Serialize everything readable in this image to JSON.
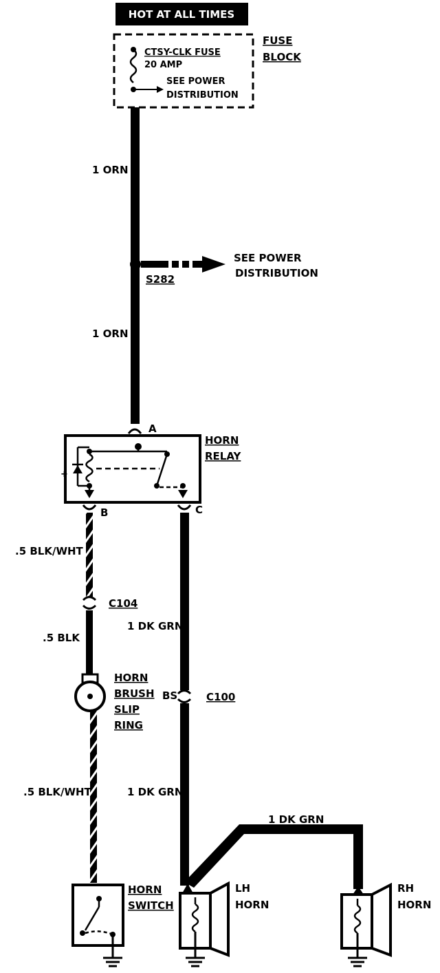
{
  "header": {
    "hot_label": "HOT AT ALL TIMES"
  },
  "fuse_block": {
    "fuse_name": "CTSY-CLK FUSE",
    "fuse_rating": "20 AMP",
    "see_power_1": "SEE POWER",
    "see_power_2": "DISTRIBUTION",
    "block_label_1": "FUSE",
    "block_label_2": "BLOCK"
  },
  "wires": {
    "orn_upper": "1 ORN",
    "orn_lower": "1 ORN",
    "blk_wht_upper": ".5 BLK/WHT",
    "blk": ".5 BLK",
    "blk_wht_lower": ".5 BLK/WHT",
    "dk_grn_upper": "1 DK GRN",
    "dk_grn_lower": "1 DK GRN",
    "dk_grn_top": "1 DK GRN"
  },
  "splice": {
    "id": "S282",
    "see_power_1": "SEE POWER",
    "see_power_2": "DISTRIBUTION"
  },
  "relay": {
    "label_1": "HORN",
    "label_2": "RELAY",
    "pin_a": "A",
    "pin_b": "B",
    "pin_c": "C"
  },
  "connectors": {
    "c104": "C104",
    "c100": "C100",
    "bs": "BS"
  },
  "slip_ring": {
    "label_1": "HORN",
    "label_2": "BRUSH",
    "label_3": "SLIP",
    "label_4": "RING"
  },
  "horn_switch": {
    "label_1": "HORN",
    "label_2": "SWITCH"
  },
  "lh_horn": {
    "label_1": "LH",
    "label_2": "HORN"
  },
  "rh_horn": {
    "label_1": "RH",
    "label_2": "HORN"
  }
}
